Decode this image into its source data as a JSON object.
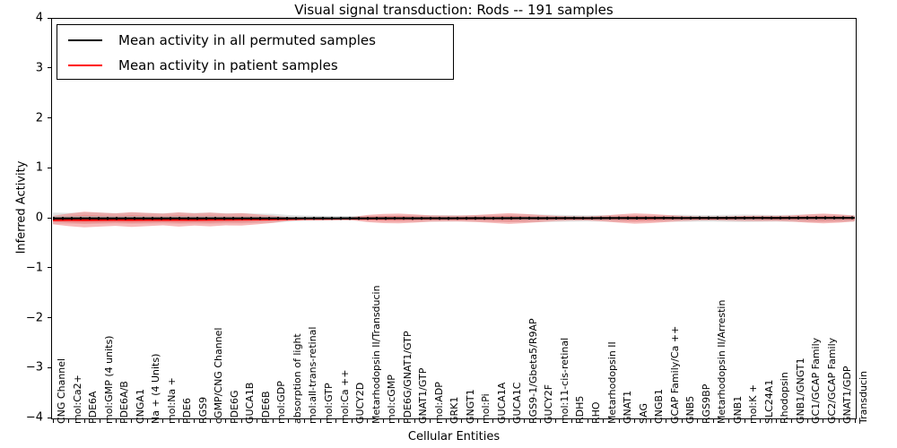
{
  "chart_data": {
    "type": "line",
    "title": "Visual signal transduction: Rods -- 191 samples",
    "xlabel": "Cellular Entities",
    "ylabel": "Inferred Activity",
    "ylim": [
      -4,
      4
    ],
    "yticks": [
      4,
      3,
      2,
      1,
      0,
      -1,
      -2,
      -3,
      -4
    ],
    "ytick_labels": [
      "4",
      "3",
      "2",
      "1",
      "0",
      "−1",
      "−2",
      "−3",
      "−4"
    ],
    "grid": false,
    "legend_position": "upper-left",
    "legend": [
      {
        "label": "Mean activity in all permuted samples",
        "color": "#000000"
      },
      {
        "label": "Mean activity in patient samples",
        "color": "#ff0000"
      }
    ],
    "categories": [
      "CNG Channel",
      "mol:Ca2+",
      "PDE6A",
      "mol:GMP (4 units)",
      "PDE6A/B",
      "CNGA1",
      "Na + (4 Units)",
      "mol:Na +",
      "PDE6",
      "RGS9",
      "cGMP/CNG Channel",
      "PDE6G",
      "GUCA1B",
      "PDE6B",
      "mol:GDP",
      "absorption of light",
      "mol:all-trans-retinal",
      "mol:GTP",
      "mol:Ca ++",
      "GUCY2D",
      "Metarhodopsin II/Transducin",
      "mol:cGMP",
      "PDE6G/GNAT1/GTP",
      "GNAT1/GTP",
      "mol:ADP",
      "GRK1",
      "GNGT1",
      "mol:Pi",
      "GUCA1A",
      "GUCA1C",
      "RGS9-1/Gbeta5/R9AP",
      "GUCY2F",
      "mol:11-cis-retinal",
      "RDH5",
      "RHO",
      "Metarhodopsin II",
      "GNAT1",
      "SAG",
      "CNGB1",
      "GCAP Family/Ca ++",
      "GNB5",
      "RGS9BP",
      "Metarhodopsin II/Arrestin",
      "GNB1",
      "mol:K +",
      "SLC24A1",
      "Rhodopsin",
      "GNB1/GNGT1",
      "GC1/GCAP Family",
      "GC2/GCAP Family",
      "GNAT1/GDP",
      "Transducin"
    ],
    "series": [
      {
        "name": "Mean activity in all permuted samples",
        "color": "#000000",
        "style": "solid",
        "values": [
          0.005,
          0.004,
          0.006,
          0.005,
          0.004,
          0.006,
          0.005,
          0.004,
          0.006,
          0.005,
          0.006,
          0.005,
          0.006,
          0.005,
          0.006,
          0.005,
          0.006,
          0.007,
          0.006,
          0.007,
          0.006,
          0.007,
          0.008,
          0.007,
          0.008,
          0.007,
          0.008,
          0.009,
          0.008,
          0.009,
          0.01,
          0.009,
          0.01,
          0.011,
          0.01,
          0.011,
          0.012,
          0.011,
          0.012,
          0.013,
          0.012,
          0.013,
          0.014,
          0.013,
          0.014,
          0.015,
          0.014,
          0.015,
          0.016,
          0.015,
          0.016,
          0.017
        ],
        "band_name": "permuted spread (grey)",
        "band_color": "#bdbdbd",
        "band_upper": [
          0.05,
          0.048,
          0.052,
          0.05,
          0.046,
          0.05,
          0.048,
          0.045,
          0.05,
          0.048,
          0.05,
          0.045,
          0.046,
          0.042,
          0.04,
          0.03,
          0.026,
          0.024,
          0.022,
          0.022,
          0.024,
          0.026,
          0.028,
          0.03,
          0.03,
          0.03,
          0.028,
          0.03,
          0.032,
          0.034,
          0.036,
          0.034,
          0.032,
          0.03,
          0.028,
          0.03,
          0.032,
          0.03,
          0.028,
          0.03,
          0.032,
          0.03,
          0.03,
          0.032,
          0.034,
          0.032,
          0.03,
          0.032,
          0.034,
          0.034,
          0.032,
          0.03
        ],
        "band_lower": [
          -0.044,
          -0.042,
          -0.046,
          -0.044,
          -0.04,
          -0.044,
          -0.042,
          -0.04,
          -0.044,
          -0.042,
          -0.044,
          -0.04,
          -0.04,
          -0.036,
          -0.034,
          -0.024,
          -0.02,
          -0.018,
          -0.016,
          -0.016,
          -0.018,
          -0.02,
          -0.022,
          -0.024,
          -0.024,
          -0.024,
          -0.022,
          -0.024,
          -0.026,
          -0.028,
          -0.03,
          -0.028,
          -0.026,
          -0.024,
          -0.022,
          -0.024,
          -0.026,
          -0.024,
          -0.022,
          -0.024,
          -0.026,
          -0.024,
          -0.024,
          -0.026,
          -0.028,
          -0.026,
          -0.024,
          -0.026,
          -0.028,
          -0.028,
          -0.026,
          -0.024
        ]
      },
      {
        "name": "Mean activity in patient samples",
        "color": "#ff0000",
        "style": "solid",
        "values": [
          -0.03,
          -0.028,
          -0.03,
          -0.028,
          -0.026,
          -0.028,
          -0.026,
          -0.024,
          -0.026,
          -0.024,
          -0.022,
          -0.02,
          -0.018,
          -0.016,
          -0.014,
          -0.01,
          -0.006,
          -0.004,
          -0.002,
          0.0,
          0.002,
          0.002,
          0.004,
          0.004,
          0.004,
          0.004,
          0.004,
          0.006,
          0.006,
          0.006,
          0.008,
          0.006,
          0.006,
          0.006,
          0.006,
          0.008,
          0.008,
          0.006,
          0.006,
          0.008,
          0.008,
          0.008,
          0.008,
          0.008,
          0.01,
          0.01,
          0.008,
          0.01,
          0.012,
          0.012,
          0.012,
          0.01
        ],
        "band_name": "patient spread (red)",
        "band_color": "#f08080",
        "band_upper": [
          0.055,
          0.1,
          0.14,
          0.12,
          0.105,
          0.13,
          0.115,
          0.1,
          0.125,
          0.105,
          0.12,
          0.1,
          0.11,
          0.085,
          0.06,
          0.03,
          0.018,
          0.014,
          0.016,
          0.03,
          0.075,
          0.095,
          0.1,
          0.085,
          0.065,
          0.06,
          0.062,
          0.075,
          0.092,
          0.11,
          0.095,
          0.075,
          0.055,
          0.045,
          0.042,
          0.06,
          0.085,
          0.105,
          0.095,
          0.075,
          0.055,
          0.042,
          0.04,
          0.045,
          0.055,
          0.058,
          0.055,
          0.065,
          0.085,
          0.1,
          0.085,
          0.06
        ],
        "band_lower": [
          -0.115,
          -0.15,
          -0.175,
          -0.16,
          -0.145,
          -0.165,
          -0.15,
          -0.135,
          -0.16,
          -0.14,
          -0.155,
          -0.135,
          -0.14,
          -0.115,
          -0.085,
          -0.045,
          -0.026,
          -0.02,
          -0.02,
          -0.03,
          -0.07,
          -0.09,
          -0.095,
          -0.08,
          -0.06,
          -0.055,
          -0.058,
          -0.07,
          -0.088,
          -0.105,
          -0.09,
          -0.07,
          -0.05,
          -0.04,
          -0.038,
          -0.055,
          -0.08,
          -0.1,
          -0.09,
          -0.07,
          -0.05,
          -0.038,
          -0.036,
          -0.042,
          -0.05,
          -0.052,
          -0.05,
          -0.06,
          -0.08,
          -0.095,
          -0.08,
          -0.055
        ]
      }
    ]
  }
}
